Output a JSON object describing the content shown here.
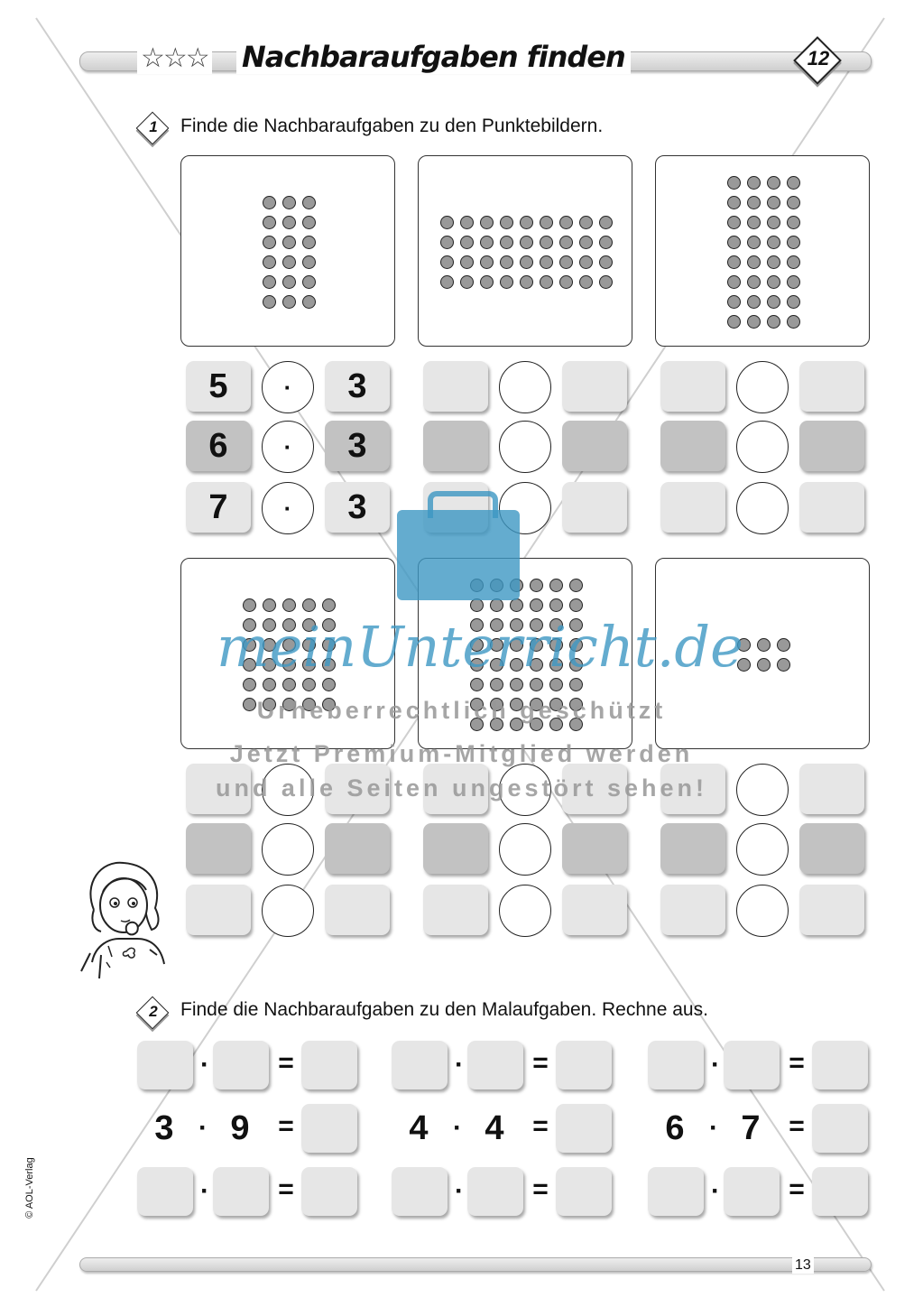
{
  "header": {
    "stars": "☆☆☆",
    "title": "Nachbaraufgaben finden",
    "page_badge": "12"
  },
  "task1": {
    "number": "1",
    "instruction": "Finde die Nachbaraufgaben zu den Punktebildern.",
    "cards": [
      {
        "rows": 6,
        "cols": 3
      },
      {
        "rows": 4,
        "cols": 9
      },
      {
        "rows": 8,
        "cols": 4
      },
      {
        "rows": 6,
        "cols": 5
      },
      {
        "rows": 8,
        "cols": 6
      },
      {
        "rows": 2,
        "cols": 3
      }
    ],
    "example": {
      "rows": [
        {
          "left": "5",
          "op": "·",
          "right": "3"
        },
        {
          "left": "6",
          "op": "·",
          "right": "3"
        },
        {
          "left": "7",
          "op": "·",
          "right": "3"
        }
      ]
    }
  },
  "task2": {
    "number": "2",
    "instruction": "Finde die Nachbaraufgaben zu den Malaufgaben. Rechne aus.",
    "dot": "·",
    "eq": "=",
    "problems": [
      {
        "a": "3",
        "b": "9"
      },
      {
        "a": "4",
        "b": "4"
      },
      {
        "a": "6",
        "b": "7"
      }
    ]
  },
  "watermark": {
    "logo": "meinUnterricht.de",
    "line1": "Urheberrechtlich geschützt",
    "line2": "Jetzt Premium-Mitglied werden",
    "line3": "und alle Seiten ungestört sehen!"
  },
  "footer": {
    "copyright": "© AOL-Verlag",
    "page_number": "13"
  }
}
